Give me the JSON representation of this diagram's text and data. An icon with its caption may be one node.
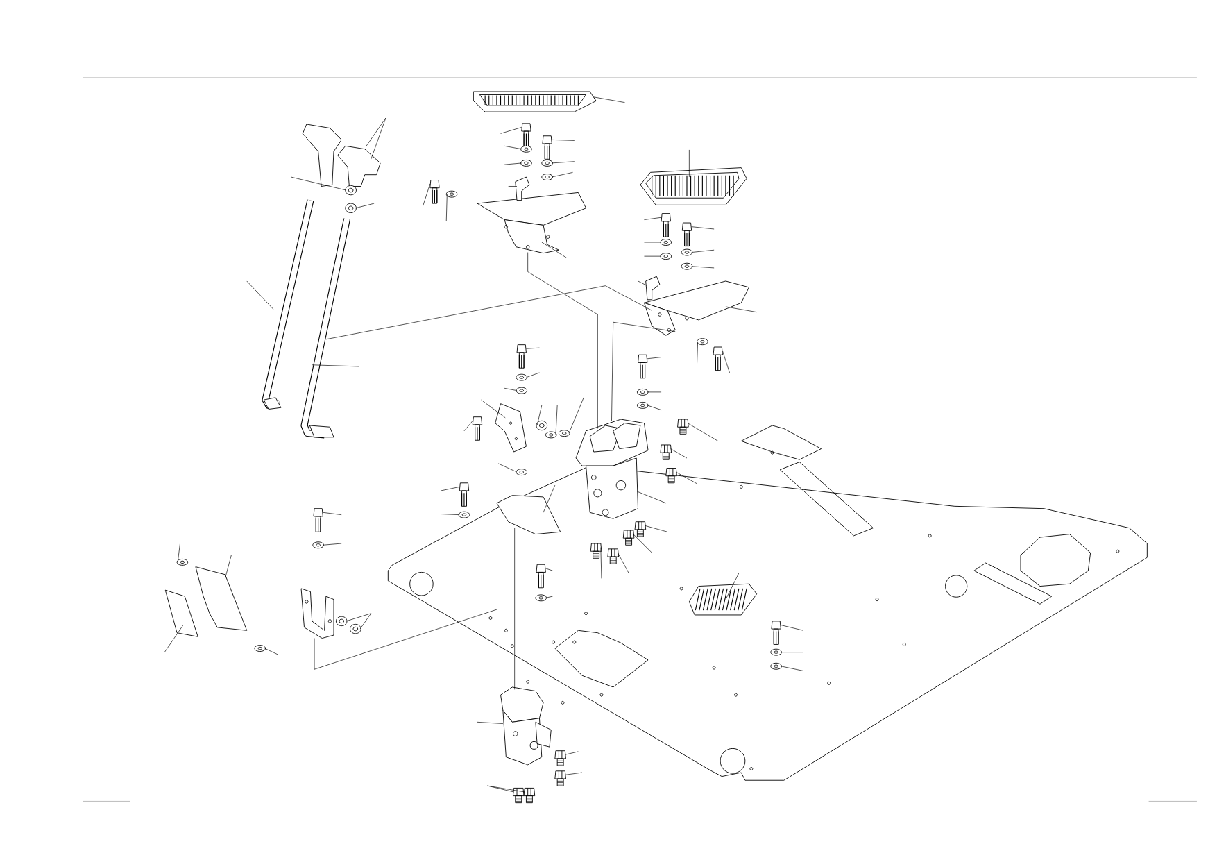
{
  "diagram": {
    "nodes": [
      {
        "text": [],
        "shape": "picture"
      },
      {
        "text": [],
        "shape": "picture"
      },
      {
        "text": [],
        "shape": "picture"
      },
      {
        "text": [],
        "shape": "picture"
      },
      {
        "text": [],
        "shape": "picture"
      },
      {
        "text": [],
        "shape": "picture"
      },
      {
        "text": [],
        "shape": "picture"
      },
      {
        "text": [],
        "shape": "picture"
      },
      {
        "text": [],
        "shape": "picture"
      },
      {
        "text": [],
        "shape": "picture"
      },
      {
        "text": [],
        "shape": "picture"
      },
      {
        "text": [],
        "shape": "picture"
      },
      {
        "text": [],
        "shape": "picture"
      },
      {
        "text": [],
        "shape": "picture"
      },
      {
        "text": [],
        "shape": "picture"
      },
      {
        "text": [],
        "shape": "picture"
      },
      {
        "text": [],
        "shape": "picture"
      },
      {
        "text": [],
        "shape": "picture"
      },
      {
        "text": [],
        "shape": "picture"
      },
      {
        "text": [],
        "shape": "picture"
      },
      {
        "text": [],
        "shape": "picture"
      },
      {
        "text": [],
        "shape": "picture"
      },
      {
        "text": [],
        "shape": "picture"
      },
      {
        "text": [],
        "shape": "picture"
      },
      {
        "text": [],
        "shape": "picture"
      },
      {
        "text": [],
        "shape": "picture"
      },
      {
        "text": [],
        "shape": "picture"
      },
      {
        "text": [],
        "shape": "picture"
      },
      {
        "text": [],
        "shape": "picture"
      },
      {
        "text": [],
        "shape": "picture"
      },
      {
        "text": [],
        "shape": "picture"
      },
      {
        "text": [],
        "shape": "picture"
      },
      {
        "text": [],
        "shape": "picture"
      },
      {
        "text": [],
        "shape": "picture"
      },
      {
        "text": [],
        "shape": "picture"
      },
      {
        "text": [],
        "shape": "picture"
      },
      {
        "text": [],
        "shape": "picture"
      },
      {
        "text": [],
        "shape": "picture"
      },
      {
        "text": [],
        "shape": "picture"
      },
      {
        "text": [],
        "shape": "picture"
      },
      {
        "text": [],
        "shape": "picture"
      },
      {
        "text": [],
        "shape": "picture"
      },
      {
        "text": [],
        "shape": "picture"
      },
      {
        "text": [],
        "shape": "picture"
      },
      {
        "text": [],
        "shape": "picture"
      },
      {
        "text": [],
        "shape": "picture"
      },
      {
        "text": [],
        "shape": "picture"
      },
      {
        "text": [],
        "shape": "picture"
      },
      {
        "text": [],
        "shape": "picture"
      },
      {
        "text": [],
        "shape": "picture"
      },
      {
        "text": [],
        "shape": "picture"
      },
      {
        "text": [],
        "shape": "picture"
      },
      {
        "text": [],
        "shape": "picture"
      },
      {
        "text": [],
        "shape": "picture"
      },
      {
        "text": [],
        "shape": "picture"
      },
      {
        "text": [],
        "shape": "picture"
      },
      {
        "text": [],
        "shape": "picture"
      },
      {
        "text": [],
        "shape": "picture"
      },
      {
        "text": [],
        "shape": "picture"
      },
      {
        "text": [],
        "shape": "picture"
      },
      {
        "text": [],
        "shape": "picture"
      },
      {
        "text": [],
        "shape": "picture"
      },
      {
        "text": [],
        "shape": "picture"
      },
      {
        "text": [],
        "shape": "picture"
      },
      {
        "text": [],
        "shape": "picture"
      },
      {
        "text": [],
        "shape": "picture"
      },
      {
        "text": [],
        "shape": "picture"
      }
    ],
    "edges": [
      {
        "from": null,
        "to": 0,
        "arrow": "none"
      },
      {
        "from": null,
        "to": 1,
        "arrow": "none"
      },
      {
        "from": null,
        "to": 2,
        "arrow": "none"
      },
      {
        "from": null,
        "to": 2,
        "arrow": "none"
      },
      {
        "from": null,
        "to": 3,
        "arrow": "none"
      },
      {
        "from": null,
        "to": 3,
        "arrow": "none"
      },
      {
        "from": null,
        "to": 4,
        "arrow": "none"
      },
      {
        "from": null,
        "to": 5,
        "arrow": "none"
      },
      {
        "from": null,
        "to": 6,
        "arrow": "none"
      },
      {
        "from": null,
        "to": 7,
        "arrow": "none"
      },
      {
        "from": null,
        "to": 8,
        "arrow": "none"
      },
      {
        "from": null,
        "to": 9,
        "arrow": "none"
      },
      {
        "from": null,
        "to": 9,
        "arrow": "none"
      },
      {
        "from": null,
        "to": 10,
        "arrow": "none"
      },
      {
        "from": null,
        "to": 11,
        "arrow": "none"
      },
      {
        "from": 4,
        "to": 6,
        "arrow": "none"
      },
      {
        "from": 5,
        "to": 6,
        "arrow": "none"
      },
      {
        "from": 10,
        "to": 8,
        "arrow": "none"
      },
      {
        "from": 9,
        "to": null,
        "arrow": "none"
      },
      {
        "from": 3,
        "to": 5,
        "arrow": "none"
      },
      {
        "from": null,
        "to": 12,
        "arrow": "none"
      },
      {
        "from": null,
        "to": 13,
        "arrow": "none"
      },
      {
        "from": null,
        "to": 14,
        "arrow": "none"
      },
      {
        "from": null,
        "to": 15,
        "arrow": "none"
      },
      {
        "from": null,
        "to": 16,
        "arrow": "none"
      },
      {
        "from": null,
        "to": 17,
        "arrow": "none"
      },
      {
        "from": null,
        "to": 18,
        "arrow": "none"
      },
      {
        "from": null,
        "to": 19,
        "arrow": "none"
      },
      {
        "from": null,
        "to": 20,
        "arrow": "none"
      },
      {
        "from": null,
        "to": 21,
        "arrow": "none"
      },
      {
        "from": null,
        "to": 22,
        "arrow": "none"
      },
      {
        "from": null,
        "to": 23,
        "arrow": "none"
      },
      {
        "from": null,
        "to": 24,
        "arrow": "none"
      },
      {
        "from": null,
        "to": 25,
        "arrow": "none"
      },
      {
        "from": null,
        "to": 26,
        "arrow": "none"
      },
      {
        "from": null,
        "to": 27,
        "arrow": "none"
      },
      {
        "from": null,
        "to": 28,
        "arrow": "none"
      },
      {
        "from": null,
        "to": 29,
        "arrow": "none"
      },
      {
        "from": null,
        "to": 30,
        "arrow": "none"
      },
      {
        "from": null,
        "to": 31,
        "arrow": "none"
      },
      {
        "from": null,
        "to": 32,
        "arrow": "none"
      },
      {
        "from": null,
        "to": 33,
        "arrow": "none"
      },
      {
        "from": null,
        "to": 34,
        "arrow": "none"
      },
      {
        "from": null,
        "to": 35,
        "arrow": "none"
      },
      {
        "from": null,
        "to": 36,
        "arrow": "none"
      },
      {
        "from": null,
        "to": 37,
        "arrow": "none"
      },
      {
        "from": null,
        "to": 38,
        "arrow": "none"
      },
      {
        "from": null,
        "to": 39,
        "arrow": "none"
      },
      {
        "from": null,
        "to": 40,
        "arrow": "none"
      },
      {
        "from": null,
        "to": 41,
        "arrow": "none"
      },
      {
        "from": null,
        "to": 42,
        "arrow": "none"
      },
      {
        "from": null,
        "to": 43,
        "arrow": "none"
      },
      {
        "from": null,
        "to": 44,
        "arrow": "none"
      },
      {
        "from": null,
        "to": 45,
        "arrow": "none"
      },
      {
        "from": null,
        "to": 46,
        "arrow": "none"
      },
      {
        "from": null,
        "to": 47,
        "arrow": "none"
      },
      {
        "from": null,
        "to": 48,
        "arrow": "none"
      },
      {
        "from": null,
        "to": 49,
        "arrow": "none"
      },
      {
        "from": null,
        "to": 50,
        "arrow": "none"
      },
      {
        "from": null,
        "to": 51,
        "arrow": "none"
      },
      {
        "from": null,
        "to": 52,
        "arrow": "none"
      },
      {
        "from": null,
        "to": 53,
        "arrow": "none"
      },
      {
        "from": null,
        "to": 54,
        "arrow": "none"
      },
      {
        "from": null,
        "to": 55,
        "arrow": "none"
      },
      {
        "from": null,
        "to": 56,
        "arrow": "none"
      },
      {
        "from": null,
        "to": 57,
        "arrow": "none"
      },
      {
        "from": null,
        "to": 58,
        "arrow": "none"
      },
      {
        "from": null,
        "to": 59,
        "arrow": "none"
      },
      {
        "from": null,
        "to": 60,
        "arrow": "none"
      },
      {
        "from": null,
        "to": 61,
        "arrow": "none"
      },
      {
        "from": null,
        "to": 62,
        "arrow": "none"
      },
      {
        "from": null,
        "to": 63,
        "arrow": "none"
      },
      {
        "from": null,
        "to": 64,
        "arrow": "none"
      },
      {
        "from": null,
        "to": 65,
        "arrow": "none"
      },
      {
        "from": null,
        "to": 66,
        "arrow": "none"
      }
    ]
  }
}
